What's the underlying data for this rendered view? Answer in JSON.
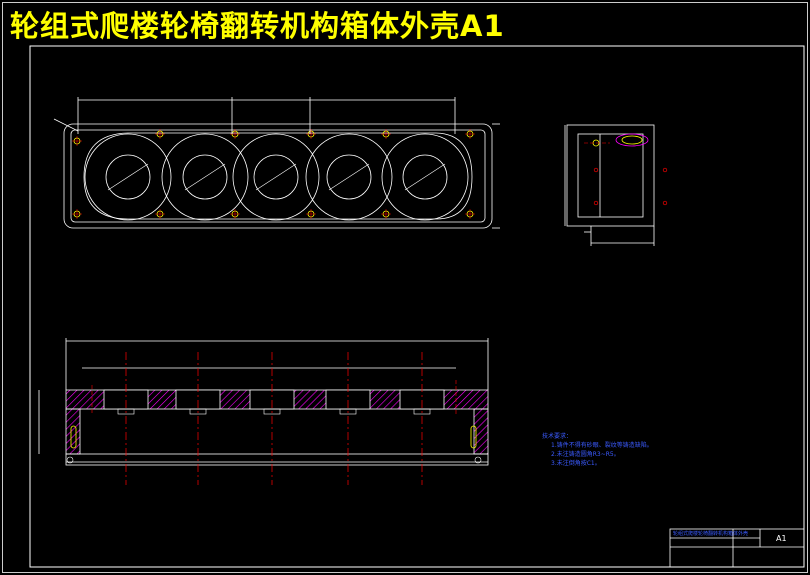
{
  "drawing": {
    "title": "轮组式爬楼轮椅翻转机构箱体外壳A1",
    "sheet_size": "A1"
  },
  "tech_notes": {
    "heading": "技术要求：",
    "items": [
      "1.铸件不得有砂眼、裂纹等铸造缺陷。",
      "2.未注铸造圆角R3~R5。",
      "3.未注倒角按C1。"
    ]
  },
  "title_block": {
    "part_name": "轮组式爬楼轮椅翻转机构箱体外壳",
    "sheet": "A1"
  },
  "colors": {
    "background": "#000000",
    "outline": "#ffffff",
    "title": "#ffff00",
    "center_lines": "#ff0000",
    "hatch": "#ff00ff",
    "dimensions": "#ffffff",
    "notes": "#3b5bff",
    "detail": "#ffff00"
  }
}
